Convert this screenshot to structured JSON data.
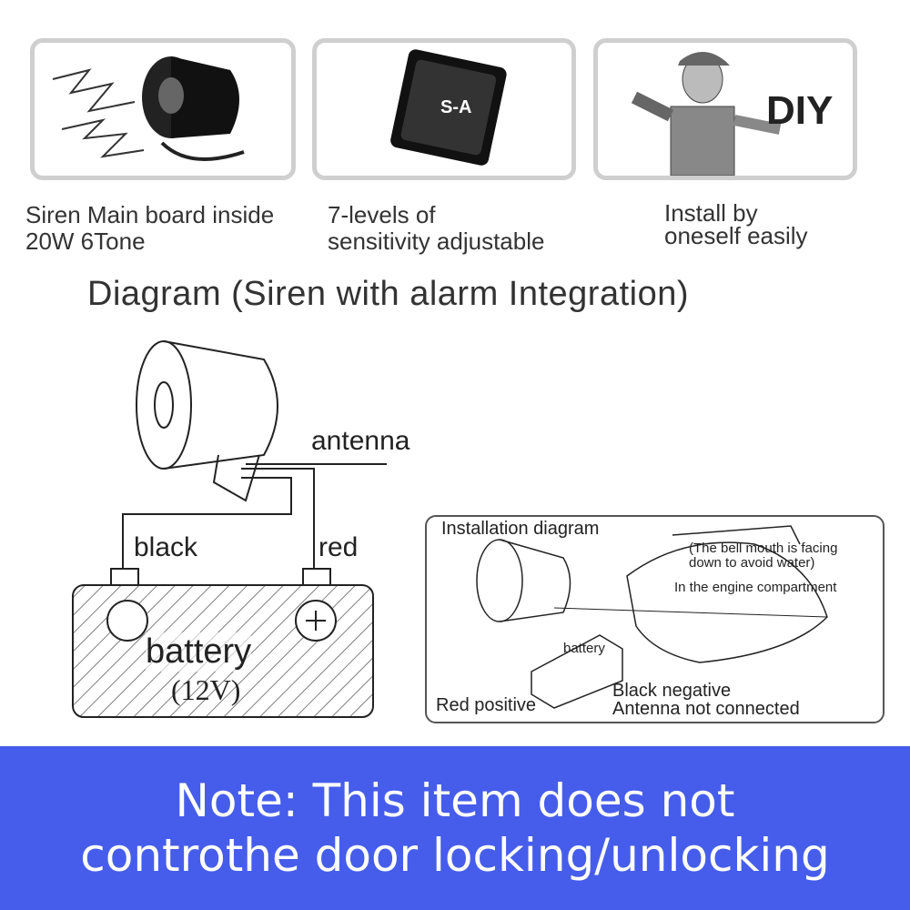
{
  "features": [
    {
      "caption_line1": "Siren Main board inside",
      "caption_line2": "20W 6Tone"
    },
    {
      "chip_label": "S-A",
      "caption_line1": "7-levels of",
      "caption_line2": "sensitivity adjustable"
    },
    {
      "logo_text": "DIY",
      "caption_line1": "Install by",
      "caption_line2": "oneself easily"
    }
  ],
  "diagram": {
    "title": "Diagram (Siren with alarm Integration)",
    "antenna": "antenna",
    "black": "black",
    "red": "red",
    "battery": "battery",
    "voltage": "(12V)"
  },
  "installation": {
    "title": "Installation diagram",
    "bell_note_1": "(The bell mouth is facing",
    "bell_note_2": "down to avoid water)",
    "engine": "In the engine compartment",
    "battery": "battery",
    "red_positive": "Red positive",
    "black_negative": "Black negative",
    "antenna_note": "Antenna not connected"
  },
  "note": {
    "line1": "Note: This item does not",
    "line2": "controthe door locking/unlocking"
  },
  "colors": {
    "band": "#465deb"
  }
}
